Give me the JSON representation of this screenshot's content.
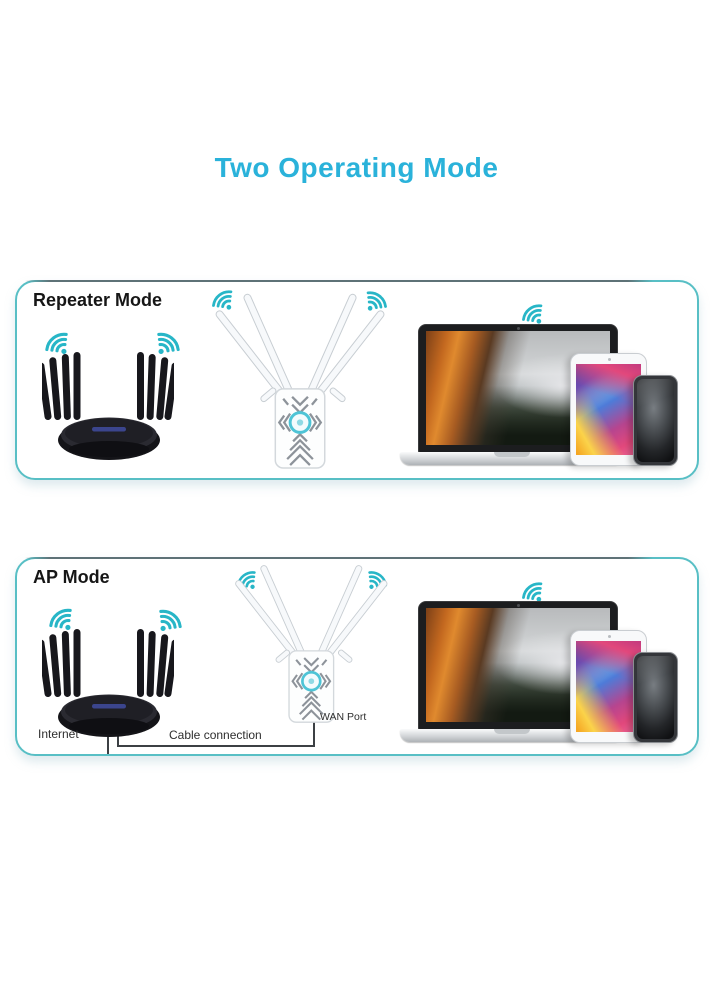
{
  "title": {
    "text": "Two Operating Mode"
  },
  "panels": {
    "repeater": {
      "label": "Repeater Mode"
    },
    "ap": {
      "label": "AP Mode",
      "annotations": {
        "internet": "Internet",
        "cable": "Cable connection",
        "wan_port": "WAN Port"
      }
    }
  },
  "illustrations": {
    "router": "black-8-antenna-wireless-router",
    "extender": "white-4-antenna-wifi-range-extender",
    "clients": [
      "macbook-laptop",
      "ipad-tablet",
      "iphone-smartphone"
    ],
    "wifi_icon": "wifi-signal-icon"
  },
  "colors": {
    "title_cyan": "#2ab2da",
    "wifi_teal": "#28b6c7",
    "panel_border_teal": "#58bfc5",
    "extender_button_teal": "#4ec4d6",
    "cable_line": "#3c4044",
    "background": "#ffffff"
  }
}
